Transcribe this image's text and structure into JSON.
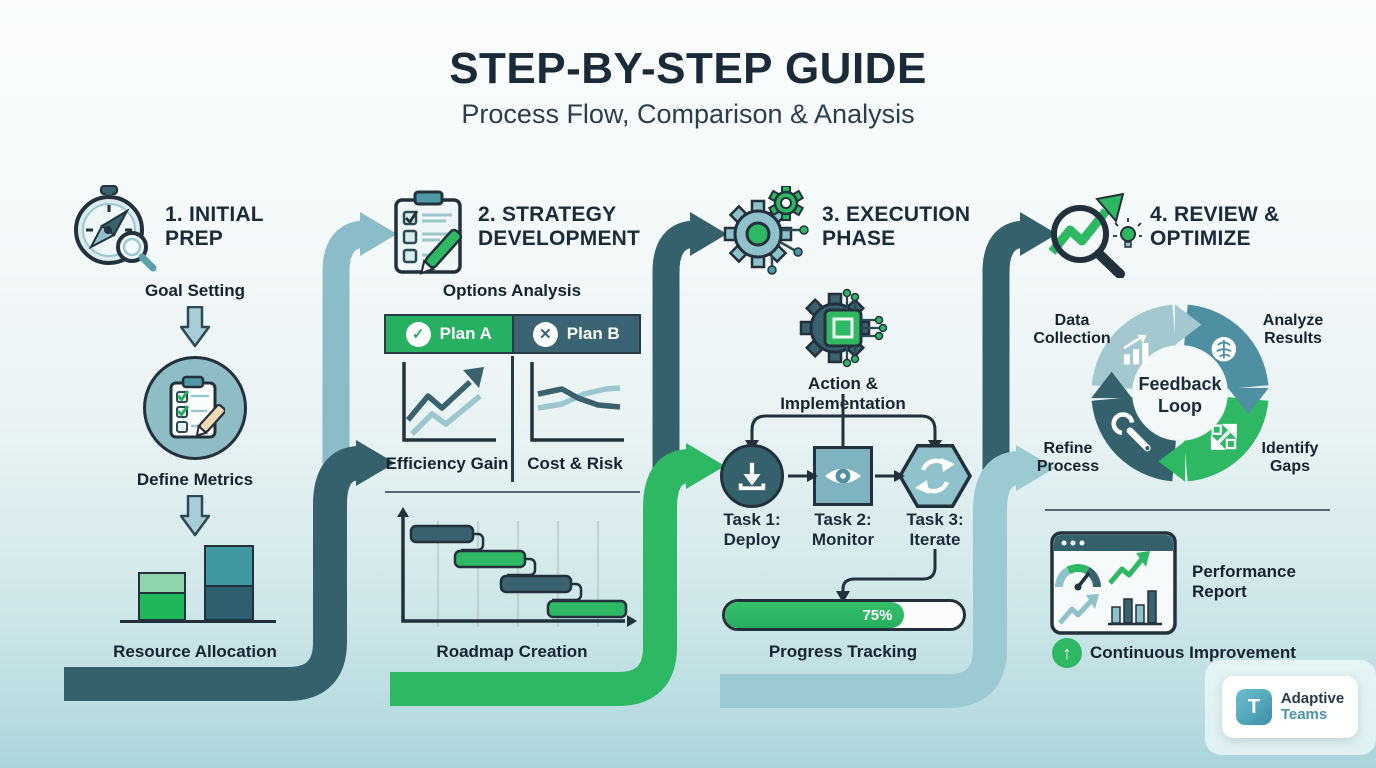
{
  "page": {
    "title": "STEP-BY-STEP GUIDE",
    "subtitle": "Process Flow, Comparison & Analysis"
  },
  "colors": {
    "navy": "#1c2b3a",
    "dark_teal": "#35616d",
    "mid_teal": "#4e8fa2",
    "light_teal": "#8fc2cb",
    "pale_teal": "#a3c8cf",
    "green": "#2eb864"
  },
  "icons": {
    "step1_header": "compass-magnifier-icon",
    "step2_header": "checklist-pencil-icon",
    "step3_header": "gears-circuit-icon",
    "step4_header": "magnifier-growth-bulb-icon",
    "check": "✓",
    "cross": "✕",
    "up_arrow": "↑",
    "logo_mark_glyph": "T"
  },
  "step1": {
    "title": "1. INITIAL PREP",
    "goal": "Goal Setting",
    "metrics": "Define Metrics",
    "resources": "Resource Allocation"
  },
  "step2": {
    "title": "2. STRATEGY DEVELOPMENT",
    "options": "Options Analysis",
    "plan_a": "Plan A",
    "plan_b": "Plan B",
    "efficiency": "Efficiency Gain",
    "cost": "Cost & Risk",
    "roadmap": "Roadmap Creation"
  },
  "step3": {
    "title": "3. EXECUTION PHASE",
    "action": "Action & Implementation",
    "tasks": [
      {
        "top": "Task 1:",
        "bottom": "Deploy"
      },
      {
        "top": "Task 2:",
        "bottom": "Monitor"
      },
      {
        "top": "Task 3:",
        "bottom": "Iterate"
      }
    ],
    "progress_percent": 75,
    "progress_text": "75%",
    "tracking": "Progress Tracking"
  },
  "step4": {
    "title": "4. REVIEW & OPTIMIZE",
    "loop_line1": "Feedback",
    "loop_line2": "Loop",
    "data_collection": "Data Collection",
    "analyze_results": "Analyze Results",
    "identify_gaps": "Identify Gaps",
    "refine_process": "Refine Process",
    "performance": "Performance Report",
    "improvement": "Continuous Improvement"
  },
  "logo": {
    "line1": "Adaptive",
    "line2": "Teams"
  }
}
